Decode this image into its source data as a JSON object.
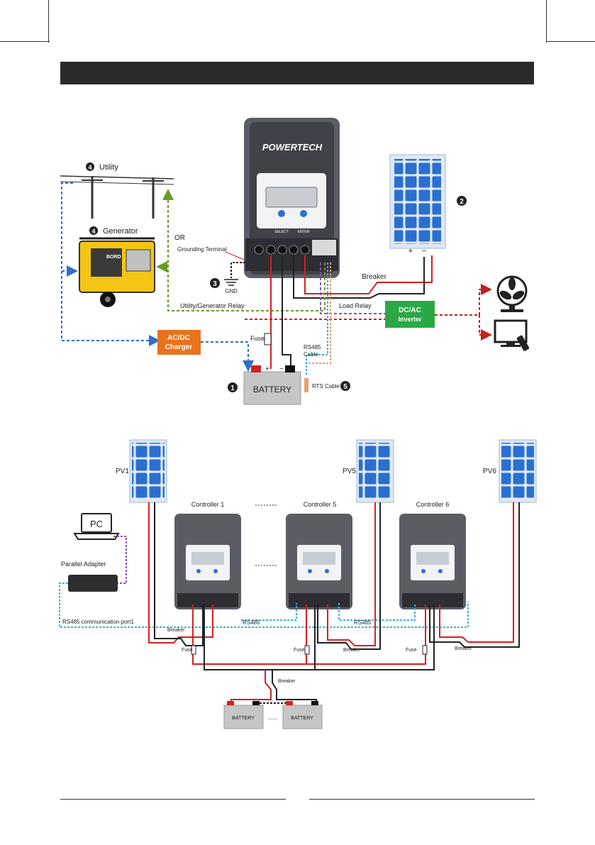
{
  "top_diagram": {
    "brand": "POWERTECH",
    "button_select": "SELECT",
    "button_enter": "ENTER",
    "utility": "Utility",
    "generator": "Generator",
    "generator_brand": "BORD",
    "or": "OR",
    "grounding_terminal": "Grounding Terminal",
    "gnd": "GND",
    "utility_generator_relay": "Utility/Generator Relay",
    "breaker": "Breaker",
    "load_relay": "Load Relay",
    "inverter_line1": "DC/AC",
    "inverter_line2": "Inverter",
    "charger_line1": "AC/DC",
    "charger_line2": "Charger",
    "fuse": "Fuse",
    "rs485_line1": "RS485",
    "rs485_line2": "Cable",
    "rts_cable": "RTS Cable",
    "battery": "BATTERY",
    "plus": "+",
    "minus": "−",
    "markers": {
      "battery": "1",
      "panel": "2",
      "ground": "3",
      "utility": "4",
      "generator": "4",
      "rts": "5"
    }
  },
  "bottom_diagram": {
    "pv1": "PV1",
    "pv5": "PV5",
    "pv6": "PV6",
    "controller1": "Controller 1",
    "controller5": "Controller 5",
    "controller6": "Controller 6",
    "pc": "PC",
    "parallel_adapter": "Parallel Adapter",
    "rs485_port": "RS485 communication port1",
    "rs485_a": "RS485",
    "rs485_b": "RS485",
    "breaker_a": "Breaker",
    "breaker_b": "Breaker",
    "breaker_c": "Breaker",
    "breaker_main": "Breaker",
    "fuse_a": "Fuse",
    "fuse_b": "Fuse",
    "fuse_c": "Fuse",
    "battery_a": "BATTERY",
    "battery_b": "BATTERY",
    "ellipsis": "......"
  },
  "colors": {
    "header": "#2b2b2b",
    "red_wire": "#d42020",
    "blue_dash": "#2f6fc8",
    "green_dash": "#6a9a2a",
    "cyan_dash": "#36b3d8",
    "purple_dash": "#8a4fc0",
    "orange_box": "#e8731c",
    "green_box": "#2aa844",
    "panel_blue": "#2a6fd0"
  }
}
